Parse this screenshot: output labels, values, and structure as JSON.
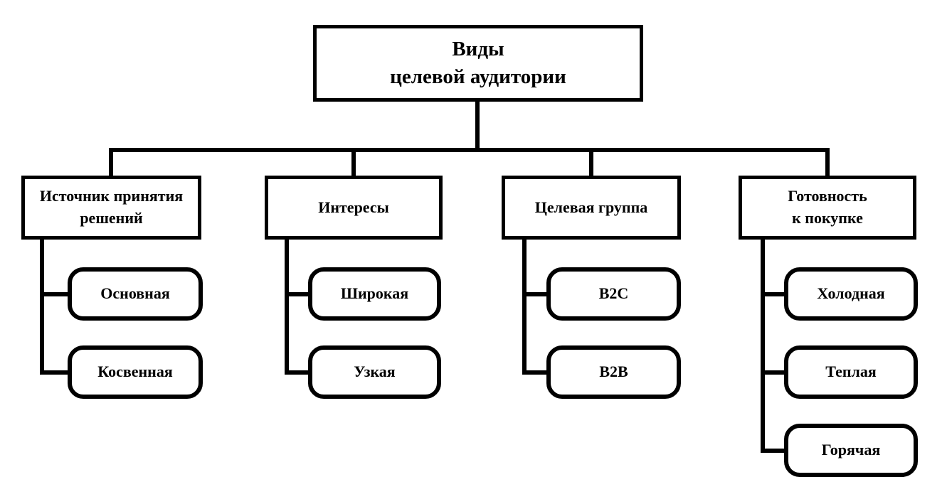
{
  "diagram": {
    "title": {
      "lines": [
        "Виды",
        "целевой аудитории"
      ]
    },
    "branches": [
      {
        "label_lines": [
          "Источник принятия",
          "решений"
        ],
        "children": [
          "Основная",
          "Косвенная"
        ]
      },
      {
        "label_lines": [
          "Интересы"
        ],
        "children": [
          "Широкая",
          "Узкая"
        ]
      },
      {
        "label_lines": [
          "Целевая группа"
        ],
        "children": [
          "B2C",
          "B2B"
        ]
      },
      {
        "label_lines": [
          "Готовность",
          "к покупке"
        ],
        "children": [
          "Холодная",
          "Теплая",
          "Горячая"
        ]
      }
    ],
    "colors": {
      "line": "#000000",
      "background": "#ffffff",
      "text": "#000000"
    }
  }
}
